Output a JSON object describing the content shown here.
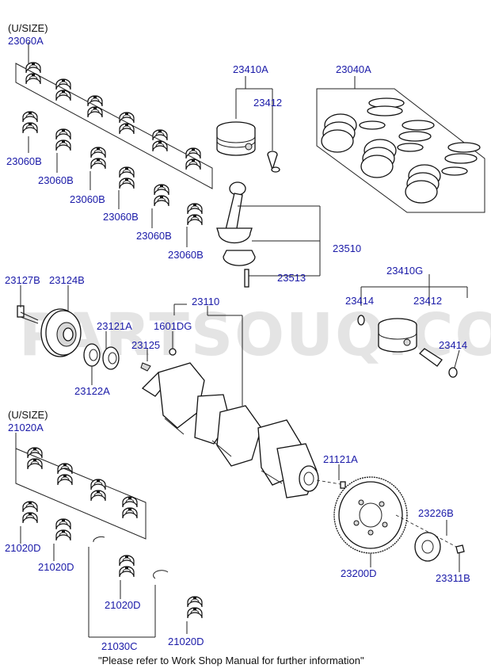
{
  "colors": {
    "label": "#1a1aa8",
    "text": "#111111",
    "line": "#222222",
    "watermark": "#cfcfcf"
  },
  "headers": {
    "usize_top": "(U/SIZE)",
    "usize_bottom": "(U/SIZE)"
  },
  "watermark": "PARTSOUQ.COM",
  "footer": "\"Please refer to Work Shop Manual for further information\"",
  "parts": {
    "p23060A": "23060A",
    "p23060B_1": "23060B",
    "p23060B_2": "23060B",
    "p23060B_3": "23060B",
    "p23060B_4": "23060B",
    "p23060B_5": "23060B",
    "p23060B_6": "23060B",
    "p23410A": "23410A",
    "p23412_top": "23412",
    "p23040A": "23040A",
    "p23510": "23510",
    "p23513": "23513",
    "p23127B": "23127B",
    "p23124B": "23124B",
    "p23110": "23110",
    "p23121A": "23121A",
    "p1601DG": "1601DG",
    "p23125": "23125",
    "p23122A": "23122A",
    "p23410G": "23410G",
    "p23414_left": "23414",
    "p23412_right": "23412",
    "p23414_right": "23414",
    "p21020A": "21020A",
    "p21020D_1": "21020D",
    "p21020D_2": "21020D",
    "p21020D_3": "21020D",
    "p21020D_4": "21020D",
    "p21030C": "21030C",
    "p21121A": "21121A",
    "p23226B": "23226B",
    "p23200D": "23200D",
    "p23311B": "23311B"
  }
}
